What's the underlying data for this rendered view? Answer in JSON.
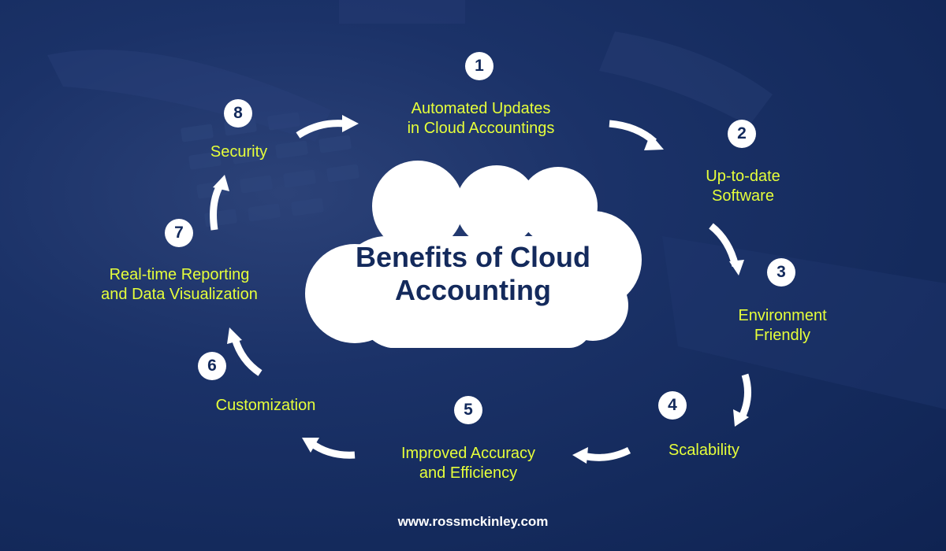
{
  "title": "Benefits of Cloud Accounting",
  "title_lines": [
    "Benefits of Cloud",
    "Accounting"
  ],
  "footer": "www.rossmckinley.com",
  "colors": {
    "background": "#142a5c",
    "label": "#e6ff3a",
    "title": "#142a5c",
    "badge": "#ffffff"
  },
  "steps": [
    {
      "number": "1",
      "label_lines": [
        "Automated Updates",
        "in Cloud Accountings"
      ]
    },
    {
      "number": "2",
      "label_lines": [
        "Up-to-date",
        "Software"
      ]
    },
    {
      "number": "3",
      "label_lines": [
        "Environment",
        "Friendly"
      ]
    },
    {
      "number": "4",
      "label_lines": [
        "Scalability"
      ]
    },
    {
      "number": "5",
      "label_lines": [
        "Improved Accuracy",
        "and Efficiency"
      ]
    },
    {
      "number": "6",
      "label_lines": [
        "Customization"
      ]
    },
    {
      "number": "7",
      "label_lines": [
        "Real-time Reporting",
        "and Data Visualization"
      ]
    },
    {
      "number": "8",
      "label_lines": [
        "Security"
      ]
    }
  ]
}
